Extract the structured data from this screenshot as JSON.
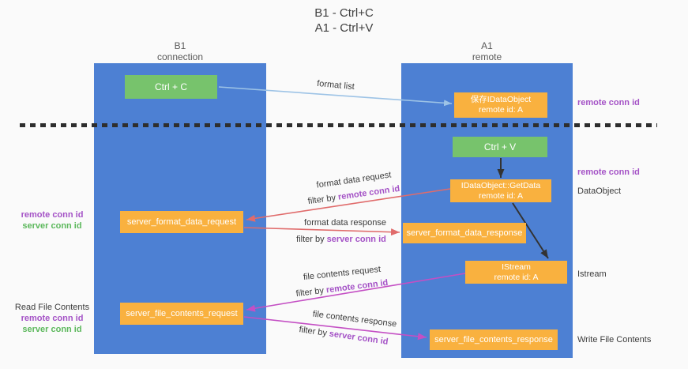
{
  "title": {
    "line1": "B1 - Ctrl+C",
    "line2": "A1 - Ctrl+V"
  },
  "columns": {
    "left": {
      "name": "B1",
      "role": "connection"
    },
    "right": {
      "name": "A1",
      "role": "remote"
    }
  },
  "boxes": {
    "ctrl_c": {
      "label": "Ctrl + C"
    },
    "ctrl_v": {
      "label": "Ctrl + V"
    },
    "save_dataobject": {
      "line1": "保存IDataObject",
      "line2": "remote id: A"
    },
    "getdata": {
      "line1": "IDataObject::GetData",
      "line2": "remote id: A"
    },
    "istream": {
      "line1": "IStream",
      "line2": "remote id: A"
    },
    "format_request": {
      "label": "server_format_data_request"
    },
    "format_response": {
      "label": "server_format_data_response"
    },
    "file_request": {
      "label": "server_file_contents_request"
    },
    "file_response": {
      "label": "server_file_contents_response"
    }
  },
  "side_labels": {
    "right_top_remote_conn_id": "remote conn id",
    "right_mid_remote_conn_id": "remote conn id",
    "dataobject": "DataObject",
    "istream": "Istream",
    "write_file_contents": "Write File Contents",
    "read_file_contents": "Read File Contents",
    "left_remote_conn_id": "remote conn id",
    "left_server_conn_id": "server conn id",
    "left_remote_conn_id_2": "remote conn id",
    "left_server_conn_id_2": "server conn id"
  },
  "arrow_labels": {
    "format_list": "format list",
    "format_data_request": "format data request",
    "format_data_response": "format data response",
    "file_contents_request": "file contents request",
    "file_contents_response": "file contents response",
    "filter_by": "filter by ",
    "remote_conn_id": "remote conn id",
    "server_conn_id": "server conn id"
  },
  "colors": {
    "column_blue": "#4D80D3",
    "box_green": "#77C36C",
    "box_orange": "#F9B13F",
    "purple_text": "#A452C6",
    "green_text": "#5CB85C",
    "arrow_salmon": "#E06B6B",
    "arrow_magenta": "#C44FC4",
    "arrow_lightblue": "#9DC3E6",
    "arrow_black": "#333333"
  }
}
